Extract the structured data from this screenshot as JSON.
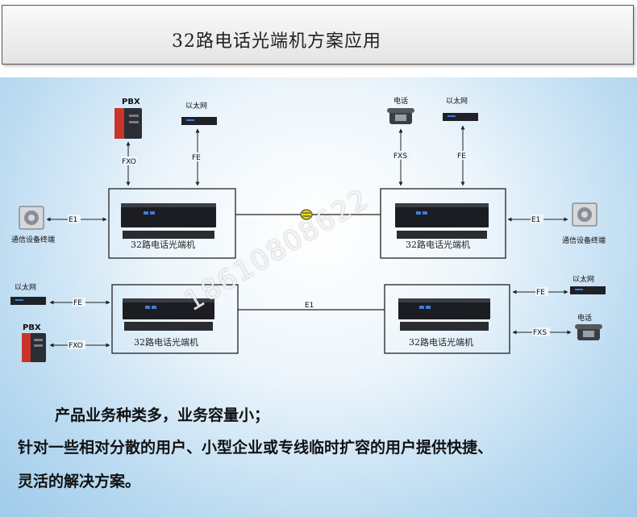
{
  "title": "32路电话光端机方案应用",
  "device_label": "32路电话光端机",
  "labels": {
    "pbx": "PBX",
    "ethernet": "以太网",
    "phone": "电话",
    "fxo": "FXO",
    "fe": "FE",
    "fxs": "FXS",
    "e1": "E1",
    "terminal": "通信设备终端"
  },
  "watermark": "18610808622",
  "description": {
    "line1": "产品业务种类多，业务容量小；",
    "line2": "针对一些相对分散的用户、小型企业或专线临时扩容的用户提供快捷、",
    "line3": "灵活的解决方案。"
  }
}
